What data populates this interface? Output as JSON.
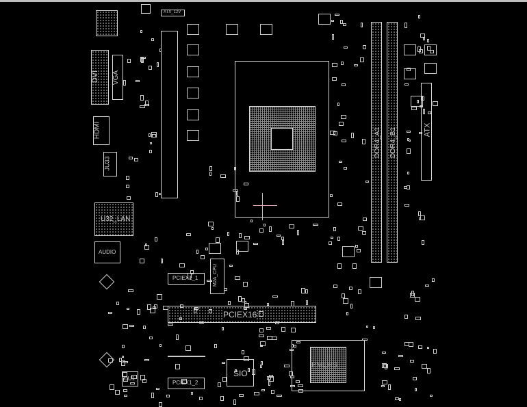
{
  "board": {
    "connectors": {
      "atx_12v": "ATX_12V",
      "dvi": "DVI",
      "vga": "VGA",
      "hdmi": "HDMI",
      "ju33": "JU33",
      "lan": "U32_LAN",
      "audio": "AUDIO",
      "ddr4_a1": "DDR4_A1",
      "ddr4_b1": "DDR4_B1",
      "atx": "ATX",
      "pciex16": "PCIEX16",
      "pciex1_1": "PCIEX1_1",
      "pciex1_2": "PCIEX1_2",
      "m2a_cpu": "M2A_CPU",
      "sio": "SIO",
      "pch": "PMLHS",
      "cu1": "CU1"
    },
    "colors": {
      "background": "#000000",
      "outline": "#d8d8d8",
      "cursor": "#e8b0b0"
    }
  }
}
